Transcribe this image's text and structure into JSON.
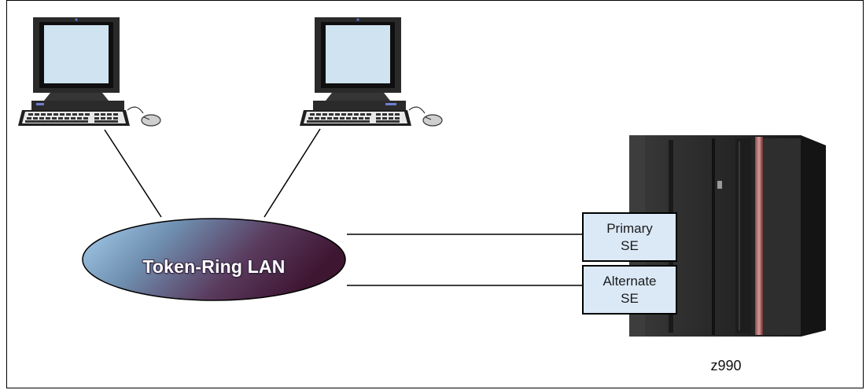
{
  "lan": {
    "label": "Token-Ring LAN"
  },
  "support_elements": {
    "primary": {
      "line1": "Primary",
      "line2": "SE"
    },
    "alternate": {
      "line1": "Alternate",
      "line2": "SE"
    }
  },
  "server": {
    "label": "z990"
  },
  "colors": {
    "ellipse_left": "#9fc6e6",
    "ellipse_right": "#4a1e38",
    "se_box_fill": "#dbe9f7",
    "frame": "#000000",
    "mainframe_body": "#2b2b2b",
    "door_accent": "#b07070"
  },
  "icons": {
    "workstation_left": "computer-workstation-icon",
    "workstation_right": "computer-workstation-icon",
    "mainframe": "mainframe-server-icon"
  }
}
